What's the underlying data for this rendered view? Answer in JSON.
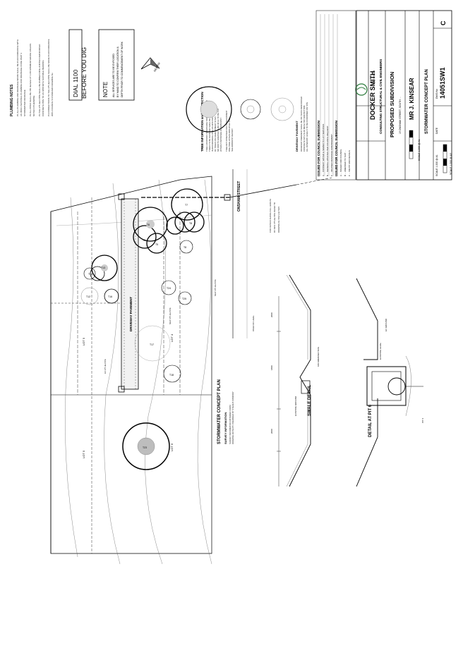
{
  "drawing": {
    "title": "STORMWATER CONCEPT PLAN",
    "plan_title": "STORMWATER CONCEPT PLAN",
    "survey_information": "SURVEY INFORMATION",
    "dial_before_you_dig": "DIAL 1100\nBEFORE YOU DIG",
    "note_heading": "NOTE",
    "note_text": "ALL SERVICES ARE TO BE EXPOSED\nBY HAND TO CONFIRM THEIR LOCATION &\nDEPTH PRIOR TO COMMENCEMENT OF WORK",
    "plumbing_notes_heading": "PLUMBING NOTES",
    "street_name": "ONSHAM STREET",
    "driveway_label": "DRIVEWAY PAVEMENT",
    "lots": [
      "LOT 5",
      "LOT 4",
      "LOT 5",
      "LOT 6"
    ],
    "trees": [
      "T11",
      "T12",
      "T13",
      "T14",
      "T15",
      "T16",
      "T17",
      "T18",
      "T19",
      "T20",
      "T21",
      "T22",
      "T23",
      "T24",
      "T25",
      "T26",
      "T6",
      "T7",
      "T8",
      "T9",
      "T5"
    ],
    "swale_detail": "SWALE DETAIL",
    "pit_detail": "DETAIL AT PIT 6",
    "tree_info_heading": "TREE INFORMATION and PROTECTION",
    "driveway_note_heading": "DRIVEWAY PAVEMENT",
    "council_heading_1": "ISSUED FOR COUNCIL SUBMISSION",
    "council_heading_2": "ISSUED FOR COUNCIL SUBMISSION",
    "company": "DOCKER SMITH",
    "company_suffix": "pty limited",
    "company_sub": "CONSULTING STRUCTURAL & CIVIL ENGINEERS",
    "project": "PROPOSED SUBDIVISION",
    "client": "MR J. KINSEAR",
    "drawing_name": "STORMWATER CONCEPT PLAN",
    "drawing_number": "14051SW1",
    "revision": "C",
    "scale_a1": "SCALE 1:200 @ A1",
    "scale_a3": "SCALE 1:200 @ A3",
    "notes_text": "FOR DETAILS ALONG FULL LENGTH OF NEW 375 dia PIPE REFER TO DRAWING No SW2 and SW4",
    "colors": {
      "ink": "#000000",
      "grey": "#888888",
      "tree_fill": "#bdbdbd"
    }
  }
}
